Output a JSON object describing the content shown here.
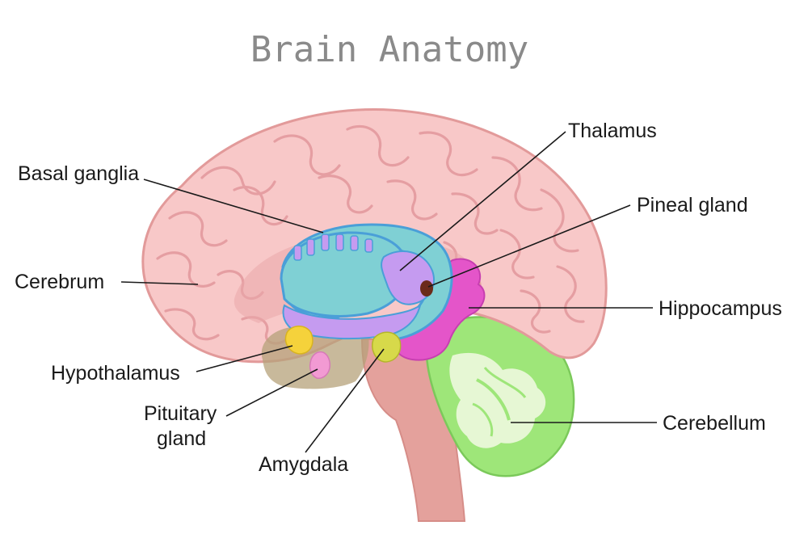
{
  "title": "Brain Anatomy",
  "labels": {
    "basal_ganglia": "Basal ganglia",
    "cerebrum": "Cerebrum",
    "hypothalamus": "Hypothalamus",
    "pituitary_line1": "Pituitary",
    "pituitary_line2": "gland",
    "amygdala": "Amygdala",
    "thalamus": "Thalamus",
    "pineal_gland": "Pineal gland",
    "hippocampus": "Hippocampus",
    "cerebellum": "Cerebellum"
  },
  "colors": {
    "cerebrum_fill": "#f8c8c8",
    "cerebrum_outline": "#e29a9a",
    "brainstem": "#e4a19c",
    "basal_ganglia": "#7fd0d4",
    "thalamus": "#c59bf0",
    "pineal_gland": "#6b2a1a",
    "hippocampus": "#e455c9",
    "cerebellum": "#9ee679",
    "hypothalamus": "#f5d23b",
    "pituitary": "#f29ad3",
    "amygdala": "#d7d94a",
    "olive_region": "#b5a27a"
  }
}
